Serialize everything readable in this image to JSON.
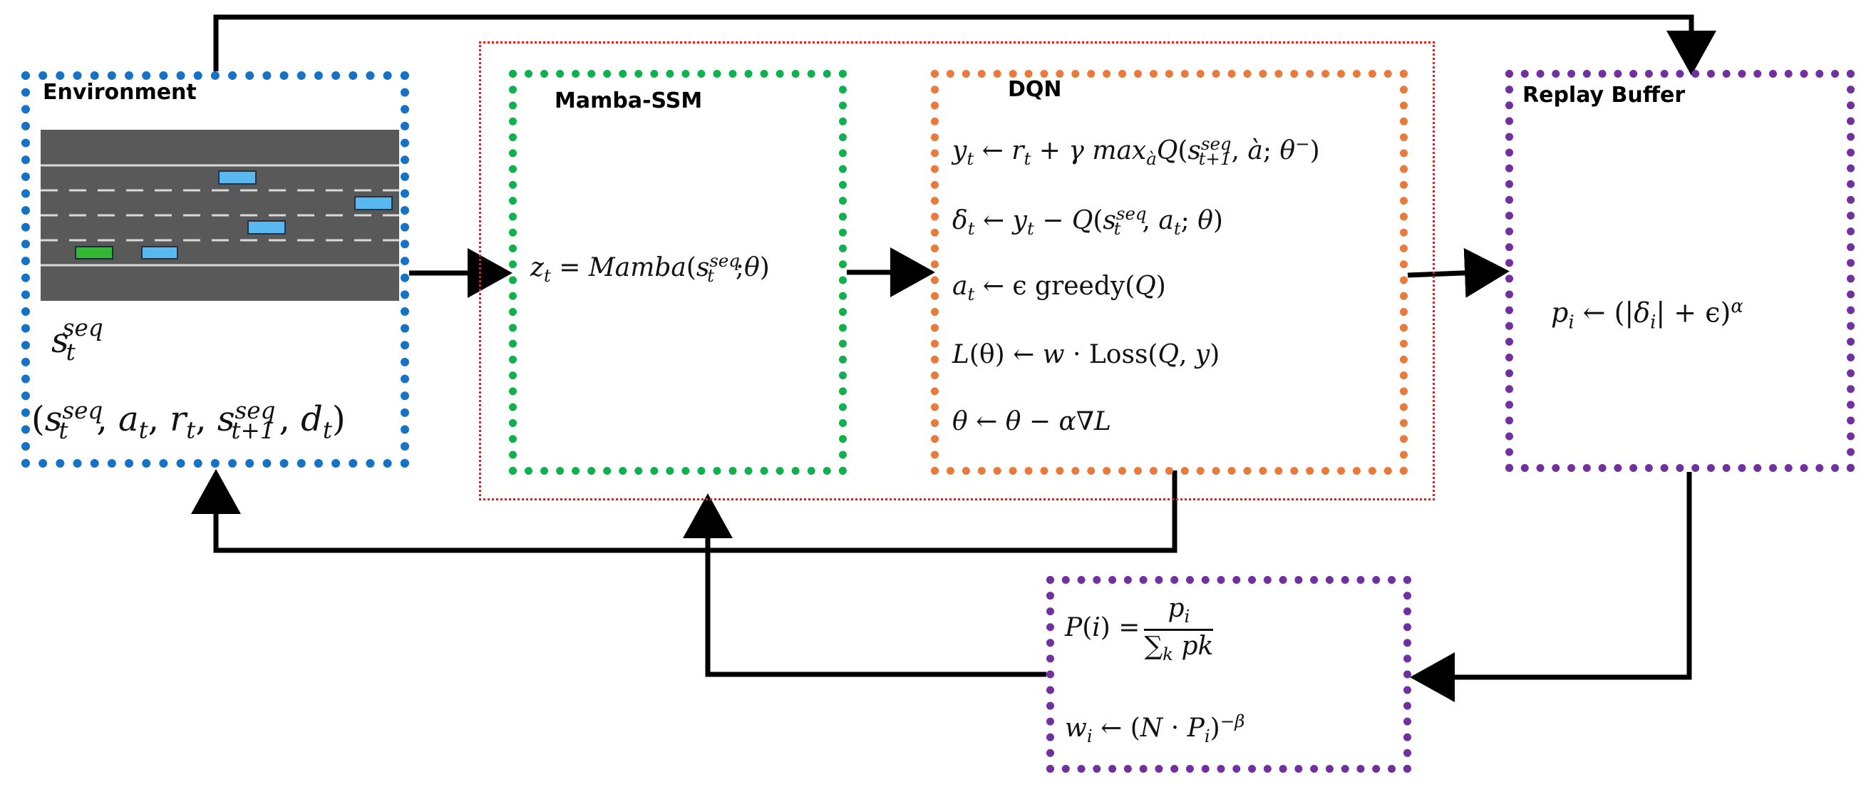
{
  "environment": {
    "title": "Environment",
    "state_label": "s_t^seq",
    "transition": "(s_t^seq, a_t, r_t, s_t+1^seq, d_t)",
    "colors": {
      "border": "#1672c4",
      "road": "#595959",
      "agent_car": "#33b833",
      "other_car": "#5ab8f0"
    }
  },
  "mamba": {
    "title": "Mamba-SSM",
    "equation": "z_t = Mamba(s_t^seq;θ)",
    "colors": {
      "border": "#10b04f"
    }
  },
  "dqn": {
    "title": "DQN",
    "equations": [
      "y_t ← r_t + γ max_à Q(s_t+1^seq, à; θ^−)",
      "δ_t ← y_t − Q(s_t^seq, a_t; θ)",
      "a_t ← ϵ greedy(Q)",
      "L(θ) ← w · Loss(Q, y)",
      "θ ← θ − α∇L"
    ],
    "colors": {
      "border": "#e87a3c"
    }
  },
  "replay_buffer": {
    "title": "Replay Buffer",
    "equation": "p_i ← (|δ_i| + ϵ)^α",
    "colors": {
      "border": "#7030a0"
    }
  },
  "sampling": {
    "equations": [
      "P(i) = p_i / ∑_k pk",
      "w_i ← (N · P_i)^−β"
    ],
    "colors": {
      "border": "#7030a0"
    }
  },
  "agent_group": {
    "colors": {
      "border": "#e02020"
    }
  },
  "arrow_color": "#000000"
}
